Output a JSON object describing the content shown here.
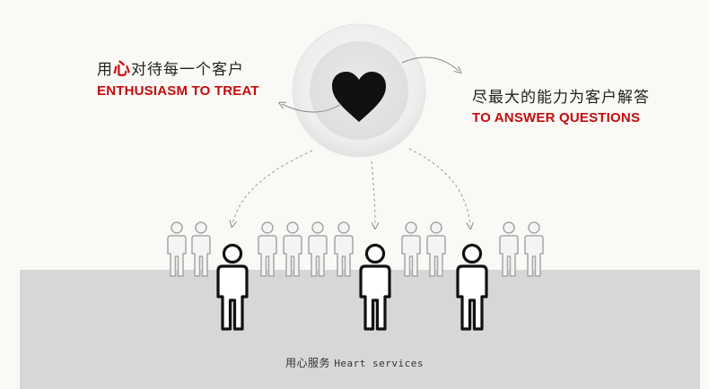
{
  "left_block": {
    "cn_prefix": "用",
    "cn_highlight": "心",
    "cn_suffix": "对待每一个客户",
    "en": "ENTHUSIASM TO TREAT"
  },
  "right_block": {
    "cn": "尽最大的能力为客户解答",
    "en": "TO ANSWER QUESTIONS"
  },
  "caption": {
    "cn": "用心服务",
    "en": "Heart services"
  },
  "colors": {
    "accent_red": "#c10d0d",
    "heart": "#111111",
    "floor": "#d7d7d7",
    "ghost_figure": "#f3f3f3"
  },
  "icons": [
    "heart-icon",
    "person-icon",
    "curved-arrow-icon"
  ]
}
